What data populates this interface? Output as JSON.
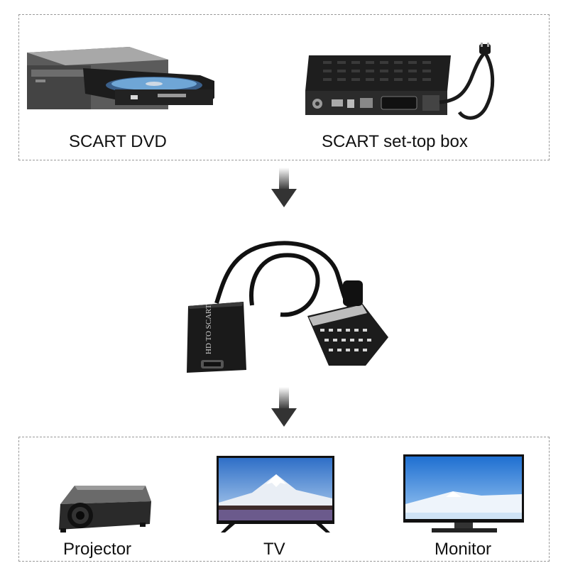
{
  "sources": {
    "dvd_label": "SCART DVD",
    "settop_label": "SCART set-top box"
  },
  "adapter": {
    "case_text": "HD TO SCART"
  },
  "outputs": {
    "projector_label": "Projector",
    "tv_label": "TV",
    "monitor_label": "Monitor"
  }
}
